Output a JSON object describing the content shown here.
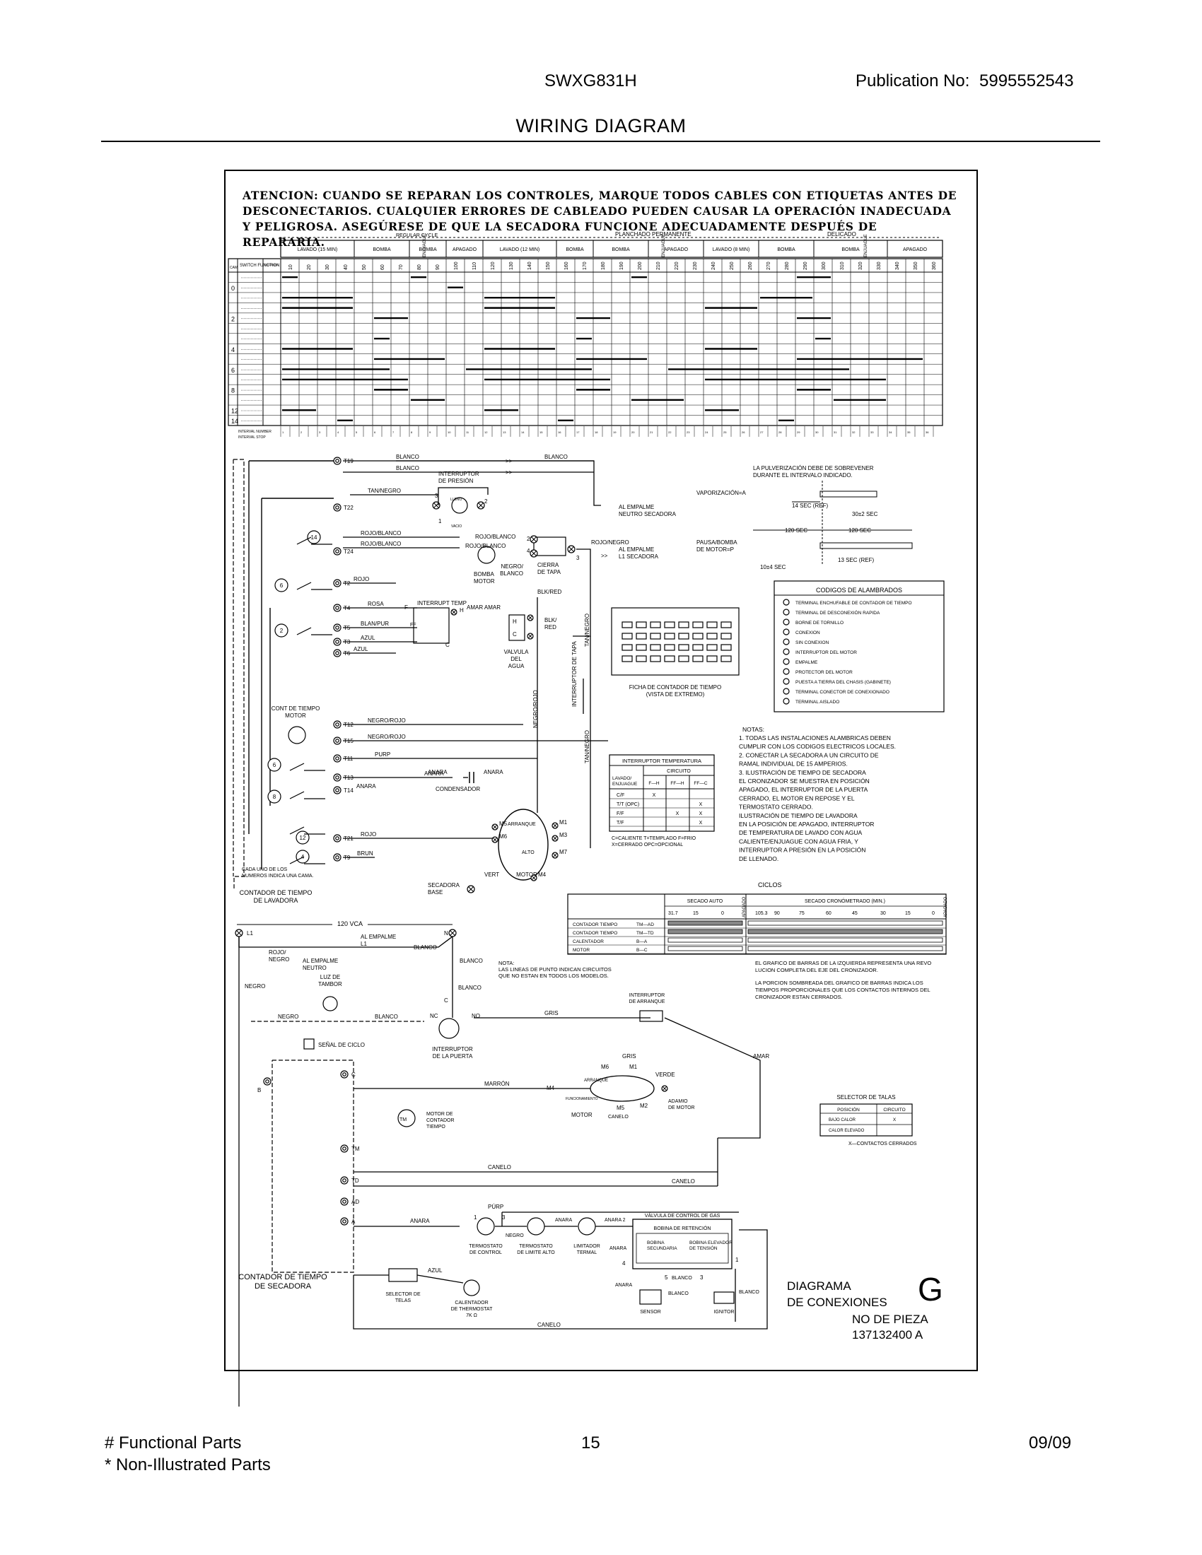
{
  "header": {
    "model": "SWXG831H",
    "publication_label": "Publication No:",
    "publication_number": "5995552543",
    "title": "WIRING DIAGRAM"
  },
  "warning": "ATENCION: CUANDO SE REPARAN LOS CONTROLES, MARQUE TODOS CABLES CON ETIQUETAS ANTES DE DESCONECTARIOS. CUALQUIER ERRORES DE CABLEADO PUEDEN CAUSAR LA OPERACIÓN INADECUADA Y PELIGROSA. ASEGÚRESE DE QUE LA SECADORA FUNCIONE ADECUADAMENTE DESPUÉS DE REPARARIA.",
  "timer_chart": {
    "cycles": [
      "REGULAR CYCLE",
      "PLANCHADO PERMANENTE",
      "DELICADO"
    ],
    "phases": [
      "LAVADO (15 MIN)",
      "BOMBA",
      "BOMBA",
      "APAGADO",
      "LAVADO (12 MIN)",
      "BOMBA",
      "BOMBA",
      "APAGADO",
      "LAVADO (8 MIN)",
      "BOMBA",
      "BOMBA",
      "APAGADO"
    ],
    "vertical_labels": [
      "ENJUAGUE",
      "ENJUAGUE",
      "ENJUAGUE"
    ],
    "degrees": [
      "10",
      "20",
      "30",
      "40",
      "50",
      "60",
      "70",
      "80",
      "90",
      "100",
      "110",
      "120",
      "130",
      "140",
      "150",
      "160",
      "170",
      "180",
      "190",
      "200",
      "210",
      "220",
      "230",
      "240",
      "250",
      "260",
      "270",
      "280",
      "290",
      "300",
      "310",
      "320",
      "330",
      "340",
      "350",
      "360"
    ],
    "row_numbers": [
      "0",
      "2",
      "4",
      "6",
      "8",
      "12",
      "14"
    ],
    "col_headers": [
      "CAM",
      "SWITCH FUNCTION",
      "DEGREES"
    ],
    "footer_rows": [
      "INTERVAL NUMBER",
      "INTERVAL STOP"
    ]
  },
  "washer_circuit": {
    "terminals": [
      "T19",
      "T22",
      "T24",
      "T2",
      "T4",
      "T5",
      "T3",
      "T6",
      "T12",
      "T15",
      "T11",
      "T13",
      "T14",
      "T21",
      "T9"
    ],
    "cam_numbers": [
      "14",
      "6",
      "2",
      "6",
      "8",
      "12",
      "4"
    ],
    "wires": [
      "BLANCO",
      "BLANCO",
      "BLANCO",
      "TAN/NEGRO",
      "ROJO/BLANCO",
      "ROJO/BLANCO",
      "ROJO/BLANCO",
      "ROJO/BLANCO",
      "ROJO",
      "ROSA",
      "BLAN/PUR",
      "AZUL",
      "AZUL",
      "AZUL",
      "NEGRO/ROJO",
      "NEGRO/ROJO",
      "NEGRO/ROJO",
      "PURP",
      "PURP",
      "ANARA",
      "ANARA",
      "ANARA",
      "ROJO",
      "ROJO",
      "BRUN",
      "VERT",
      "ROJO/NEGRO",
      "BLK/RED",
      "BLK/RED",
      "NEGRO/ROJO",
      "TAN/NEGRO",
      "TAN/NEGRO",
      "AMAR",
      "AMAR"
    ],
    "components": [
      "INTERRUPTOR DE PRESIÓN",
      "LLENO",
      "VACIO",
      "AL EMPALME NEUTRO SECADORA",
      "BOMBA MOTOR",
      "NEGRO/BLANCO",
      "CIERRA DE TAPA",
      "AL EMPALME L1 SECADORA",
      "INTERRUPT TEMP",
      "VALVULA DEL AGUA",
      "INTERRUPTOR DE TAPA",
      "CONT DE TIEMPO MOTOR",
      "CONDENSADOR",
      "ARRANQUE",
      "ALTO",
      "SECADORA BASE",
      "MOTOR",
      "CADA UNO DE LOS NUMEROS INDICA UNA CAMA.",
      "CONTADOR DE TIEMPO DE LAVADORA",
      "FICHA DE CONTADOR DE TIEMPO (VISTA DE EXTREMO)"
    ],
    "motor_terminals": [
      "M1",
      "M3",
      "M5",
      "M6",
      "M7",
      "M4"
    ],
    "valve_letters": [
      "H",
      "C"
    ],
    "temp_switch_letters": [
      "F",
      "FF",
      "C"
    ],
    "pressure_terminals": [
      "1",
      "2",
      "3"
    ],
    "lid_terminals": [
      "1",
      "2",
      "3",
      "4"
    ]
  },
  "spray_timing": {
    "note": "LA PULVERIZACIÓN DEBE DE SOBREVENER DURANTE EL INTERVALO INDICADO.",
    "labels": [
      "VAPORIZACIÓN=A",
      "14 SEC (REF)",
      "30±2 SEC",
      "120 SEC",
      "120 SEC",
      "PAUSA/BOMBA DE MOTOR=P",
      "13 SEC (REF)",
      "10±4 SEC"
    ]
  },
  "legend": {
    "title": "CODIGOS DE ALAMBRADOS",
    "items": [
      "TERMINAL ENCHUFABLE DE CONTADOR DE TIEMPO",
      "TERMINAL DE DESCONEXIÓN RAPIDA",
      "BORNE DE TORNILLO",
      "CONEXION",
      "SIN CONEXION",
      "INTERRUPTOR DEL MOTOR",
      "EMPALME",
      "PROTECTOR DEL MOTOR",
      "PUESTA A TIERRA DEL CHASIS (GABINETE)",
      "TERMINAL CONECTOR DE CONEXIONADO",
      "TERMINAL AISLADO"
    ]
  },
  "notes": {
    "title": "NOTAS:",
    "lines": [
      "1. TODAS LAS INSTALACIONES ALAMBRICAS DEBEN",
      "CUMPLIR CON LOS CODIGOS ELECTRICOS LOCALES.",
      "2. CONECTAR LA SECADORA A UN CIRCUITO DE",
      "RAMAL INDIVIDUAL DE 15 AMPERIOS.",
      "3. ILUSTRACIÓN DE TIEMPO DE SECADORA",
      "EL CRONIZADOR SE MUESTRA EN POSICIÓN",
      "APAGADO, EL INTERRUPTOR DE LA PUERTA",
      "CERRADO, EL MOTOR EN REPOSE Y EL",
      "TERMOSTATO CERRADO.",
      "ILUSTRACIÓN DE TIEMPO DE LAVADORA",
      "EN LA POSICIÓN DE APAGADO, INTERRUPTOR",
      "DE TEMPERATURA DE LAVADO CON AGUA",
      "CALIENTE/ENJUAGUE CON AGUA FRIA, Y",
      "INTERRUPTOR A PRESIÓN EN LA POSICIÓN",
      "DE LLENADO."
    ]
  },
  "temp_table": {
    "title": "INTERRUPTOR TEMPERATURA",
    "circuit_header": "CIRCUITO",
    "row_header": "LAVADO/ ENJUAGUE",
    "columns": [
      "F—H",
      "FF—H",
      "FF—C"
    ],
    "rows": [
      {
        "label": "C/F",
        "marks": [
          "X",
          "",
          ""
        ]
      },
      {
        "label": "T/T (OPC)",
        "marks": [
          "",
          "",
          "X"
        ]
      },
      {
        "label": "F/F",
        "marks": [
          "",
          "X",
          "X"
        ]
      },
      {
        "label": "T/F",
        "marks": [
          "",
          "",
          "X"
        ]
      }
    ],
    "key": [
      "C=CALIENTE   T=TEMPLADO   F=FRIO",
      "X=CERRADO   OPC=OPCIONAL"
    ]
  },
  "dryer_cycle_table": {
    "title": "CICLOS",
    "groups": [
      "SECADO AUTO",
      "SECADO CRONÓMETRADO (MIN.)"
    ],
    "ticks": [
      "31.7",
      "15",
      "0",
      "APAGADO",
      "105.3",
      "90",
      "75",
      "60",
      "45",
      "30",
      "15",
      "0",
      "APAGADO"
    ],
    "rows": [
      {
        "label": "CONTADOR TIEMPO",
        "code": "TM—AD"
      },
      {
        "label": "CONTADOR TIEMPO",
        "code": "TM—TD"
      },
      {
        "label": "CALENTADOR",
        "code": "B—A"
      },
      {
        "label": "MOTOR",
        "code": "B—C"
      }
    ],
    "notes": [
      "EL GRAFICO DE BARRAS DE LA IZQUIERDA REPRESENTA UNA REVOLUCION COMPLETA DEL EJE DEL CRONIZADOR.",
      "LA PORCION SOMBREADA DEL GRAFICO DE BARRAS INDICA LOS TIEMPOS PROPORCIONALES QUE LOS CONTACTOS INTERNOS DEL CRONIZADOR ESTAN CERRADOS."
    ]
  },
  "dryer_circuit": {
    "labels": [
      "120 VCA",
      "L1",
      "N",
      "AL EMPALME L1",
      "BLANCO",
      "ROJO/NEGRO",
      "AL EMPALME NEUTRO",
      "NEGRO",
      "LUZ DE TAMBOR",
      "BLANCO",
      "BLANCO",
      "NEGRO",
      "BLANCO",
      "SEÑAL DE CICLO",
      "NC",
      "NO",
      "C",
      "INTERRUPTOR DE LA PUERTA",
      "GRIS",
      "INTERRUPTOR DE ARRANQUE",
      "AMAR",
      "MARRÓN",
      "M6",
      "M1",
      "M4",
      "M5",
      "M2",
      "GRIS",
      "VERDE",
      "ADAMIO DE MOTOR",
      "ARRANQUE",
      "FUNCIONAMIENTO",
      "MOTOR",
      "CANELO",
      "B",
      "C",
      "TM",
      "TD",
      "AD",
      "A",
      "MOTOR DE CONTADOR TIEMPO",
      "CANELO",
      "CANELO",
      "PÚRP",
      "ANARA",
      "ANARA",
      "ANARA",
      "NEGRO",
      "TERMOSTATO DE CONTROL",
      "TERMOSTATO DE LIMITE ALTO",
      "LIMITADOR TERMAL",
      "VÁLVULA DE CONTROL DE GAS",
      "BOBINA DE RETENCIÓN",
      "BOBINA SECUNDARIA",
      "BOBINA ELEVADOR DE TENSIÓN",
      "ANARA",
      "ANARA",
      "BLANCO",
      "BLANCO",
      "BLANCO",
      "SENSOR",
      "IGNITOR",
      "AZUL",
      "SELECTOR DE TELAS",
      "CALENTADOR DE THERMOSTAT 7K Ω",
      "CANELO",
      "CONTADOR DE TIEMPO DE SECADORA"
    ],
    "note": "NOTA: LAS LINEAS DE PUNTO INDICAN CIRCUITOS QUE NO ESTAN EN TODOS LOS MODELOS."
  },
  "fabric_selector": {
    "title": "SELECTOR DE TALAS",
    "columns": [
      "POSICIÓN",
      "CIRCUITO"
    ],
    "rows": [
      {
        "pos": "BAJO CALOR",
        "mark": "X"
      },
      {
        "pos": "CALOR ELEVADO",
        "mark": ""
      }
    ],
    "key": "X—CONTACTOS CERRADOS"
  },
  "title_block": {
    "line1": "DIAGRAMA",
    "line2": "DE CONEXIONES",
    "letter": "G",
    "part_label": "NO DE PIEZA",
    "part_number": "137132400 A"
  },
  "footer": {
    "functional": "# Functional Parts",
    "non_illustrated": "* Non-Illustrated Parts",
    "page": "15",
    "date": "09/09"
  }
}
